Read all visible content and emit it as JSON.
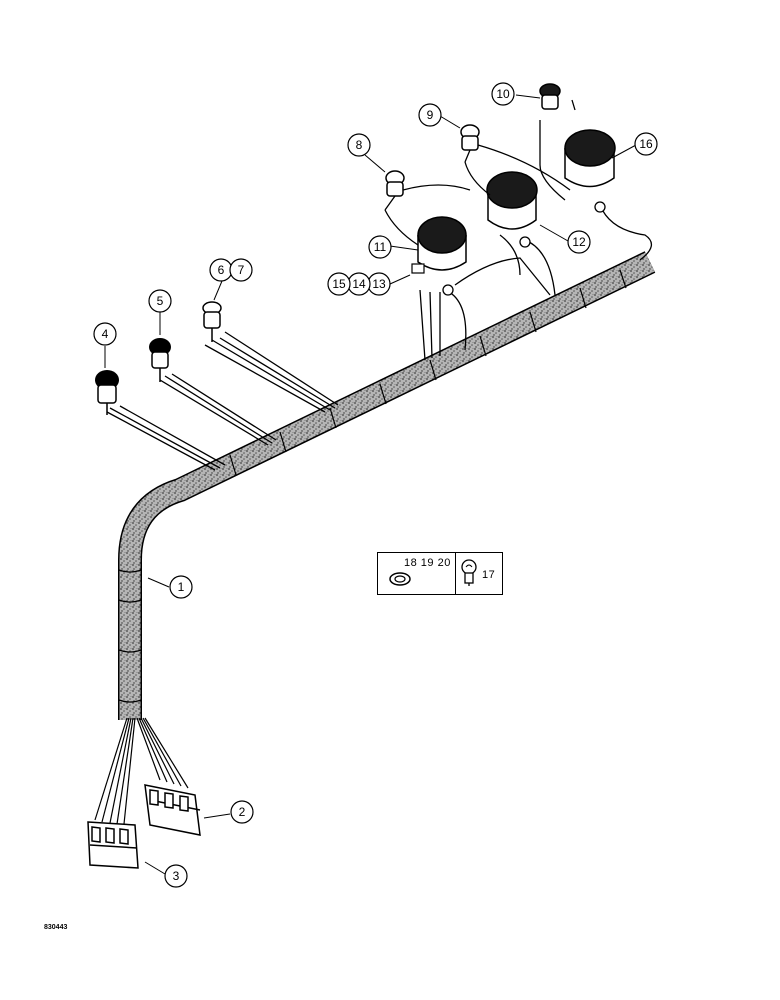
{
  "figure_id": "830443",
  "callouts": {
    "c1": "1",
    "c2": "2",
    "c3": "3",
    "c4": "4",
    "c5": "5",
    "c6": "6",
    "c7": "7",
    "c8": "8",
    "c9": "9",
    "c10": "10",
    "c11": "11",
    "c12": "12",
    "c13": "13",
    "c14": "14",
    "c15": "15",
    "c16": "16"
  },
  "legend": {
    "left_numbers": "18 19 20",
    "right_number": "17",
    "left_icon": "grommet-washer-icon",
    "right_icon": "lamp-bulb-icon"
  },
  "colors": {
    "ink": "#000000",
    "harness_fill": "#9a9a9a",
    "gauge_face": "#1a1a1a"
  }
}
